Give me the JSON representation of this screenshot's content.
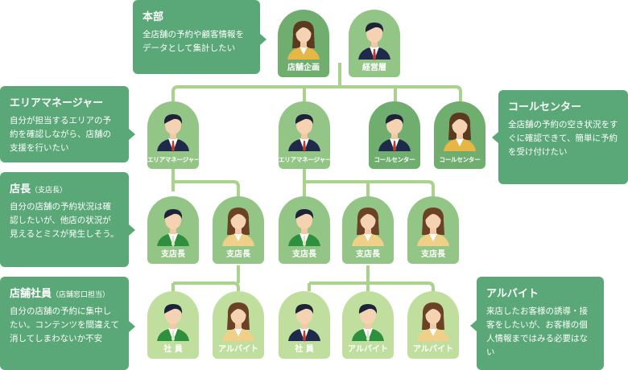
{
  "colors": {
    "callout": "#5aa877",
    "line": "#a9d38c",
    "node_dark": "#6fae6f",
    "node_mid": "#93c686",
    "node_light": "#c0df9f"
  },
  "callouts": {
    "honbu": {
      "title": "本部",
      "desc": "全店舗の予約や顧客情報をデータとして集計したい"
    },
    "area": {
      "title": "エリアマネージャー",
      "desc": "自分が担当するエリアの予約を確認しながら、店舗の支援を行いたい"
    },
    "tencho": {
      "title": "店長",
      "title_note": "（支店長）",
      "desc": "自分の店舗の予約状況は確認したいが、他店の状況が見えるとミスが発生しそう。"
    },
    "staff": {
      "title": "店舗社員",
      "title_note": "（店舗窓口担当）",
      "desc": "自分の店舗の予約に集中したい。コンテンツを間違えて消してしまわないか不安"
    },
    "call": {
      "title": "コールセンター",
      "desc": "全店舗の予約の空き状況をすぐに確認できて、簡単に予約を受け付けたい"
    },
    "arubaito": {
      "title": "アルバイト",
      "desc": "来店したお客様の誘導・接客をしたいが、お客様の個人情報まではみる必要はない"
    }
  },
  "nodes": {
    "n1": {
      "label": "店舗企画",
      "icon": "woman-avatar-icon"
    },
    "n2": {
      "label": "経営層",
      "icon": "man-avatar-icon"
    },
    "n3": {
      "label": "エリアマネージャー",
      "icon": "man-avatar-icon"
    },
    "n4": {
      "label": "エリアマネージャー",
      "icon": "man-avatar-icon"
    },
    "n5": {
      "label": "コールセンター",
      "icon": "man-avatar-icon"
    },
    "n6": {
      "label": "コールセンター",
      "icon": "woman-avatar-icon"
    },
    "n7": {
      "label": "支店長",
      "icon": "man-avatar-icon"
    },
    "n8": {
      "label": "支店長",
      "icon": "woman-avatar-icon"
    },
    "n9": {
      "label": "支店長",
      "icon": "man-avatar-icon"
    },
    "n10": {
      "label": "支店長",
      "icon": "woman-avatar-icon"
    },
    "n11": {
      "label": "支店長",
      "icon": "woman-avatar-icon"
    },
    "n12": {
      "label": "社 員",
      "icon": "man-avatar-icon"
    },
    "n13": {
      "label": "アルバイト",
      "icon": "woman-avatar-icon"
    },
    "n14": {
      "label": "社 員",
      "icon": "man-avatar-icon"
    },
    "n15": {
      "label": "アルバイト",
      "icon": "man-avatar-icon"
    },
    "n16": {
      "label": "アルバイト",
      "icon": "woman-avatar-icon"
    }
  }
}
